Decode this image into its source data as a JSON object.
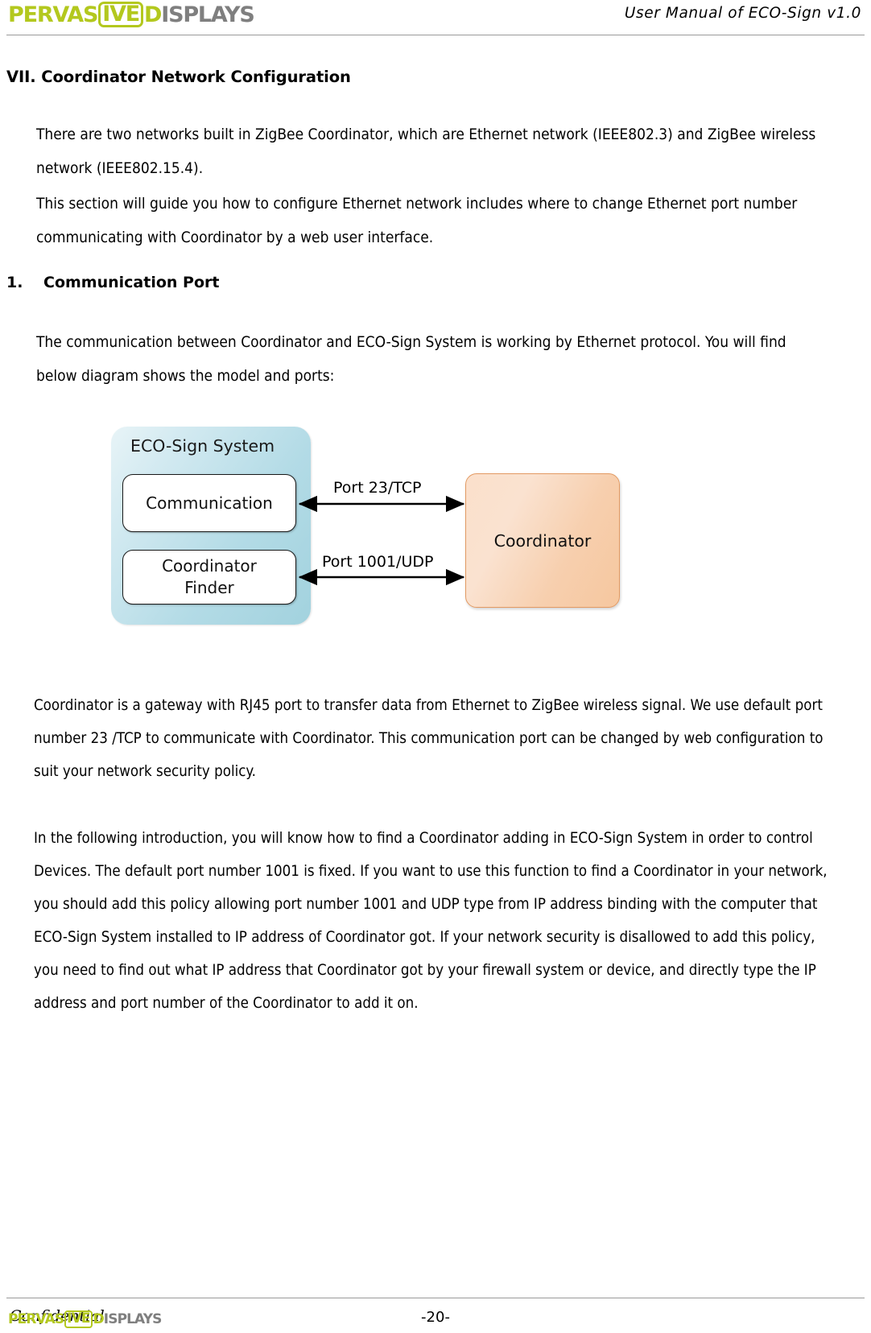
{
  "header": {
    "logo": {
      "part_green_1": "PERVAS",
      "part_boxed": "IVE",
      "part_green_2": "D",
      "part_gray": "ISPLAYS",
      "color_green": "#b3c81e",
      "color_gray": "#7f7f7f"
    },
    "title": "User Manual of ECO-Sign v1.0"
  },
  "content": {
    "section_heading": "VII. Coordinator Network Configuration",
    "intro_paragraph_1": "There are two networks built in ZigBee Coordinator, which are Ethernet network (IEEE802.3) and ZigBee wireless network (IEEE802.15.4).",
    "intro_paragraph_2": "This section will guide you how to configure Ethernet network includes where to change Ethernet port number communicating with Coordinator by a web user interface.",
    "subsection_number": "1.",
    "subsection_heading": "Communication Port",
    "paragraph_3": "The communication between Coordinator and ECO-Sign System is working by Ethernet protocol. You will find below diagram shows the model and ports:",
    "paragraph_4": "Coordinator is a gateway with RJ45 port to transfer data from Ethernet to ZigBee wireless signal. We use default port number 23 /TCP to communicate with Coordinator. This communication port can be changed by web configuration to suit your network security policy.",
    "paragraph_5": "In the following introduction, you will know how to find a Coordinator adding in ECO-Sign System in order to control Devices. The default port number 1001 is fixed. If you want to use this function to find a Coordinator in your network, you should add this policy allowing port number 1001 and UDP type from IP address binding with the computer that ECO-Sign System installed to IP address of Coordinator got. If your network security is disallowed to add this policy, you need to find out what IP address that Coordinator got by your firewall system or device, and directly type the IP address and port number of the Coordinator to add it on."
  },
  "diagram": {
    "system_box_label": "ECO-Sign System",
    "inner_box_1": "Communication",
    "inner_box_2_line1": "Coordinator",
    "inner_box_2_line2": "Finder",
    "device_box_label": "Coordinator",
    "arrow_label_top": "Port 23/TCP",
    "arrow_label_bottom": "Port 1001/UDP",
    "system_box_color": "#b3dbe6",
    "device_box_color": "#f7cfae",
    "device_box_border": "#e39a63"
  },
  "footer": {
    "left_text": "Confidential",
    "page_number": "-20-",
    "logo": {
      "part_green_1": "PERVAS",
      "part_boxed": "IVE",
      "part_green_2": "D",
      "part_gray": "ISPLAYS"
    }
  }
}
